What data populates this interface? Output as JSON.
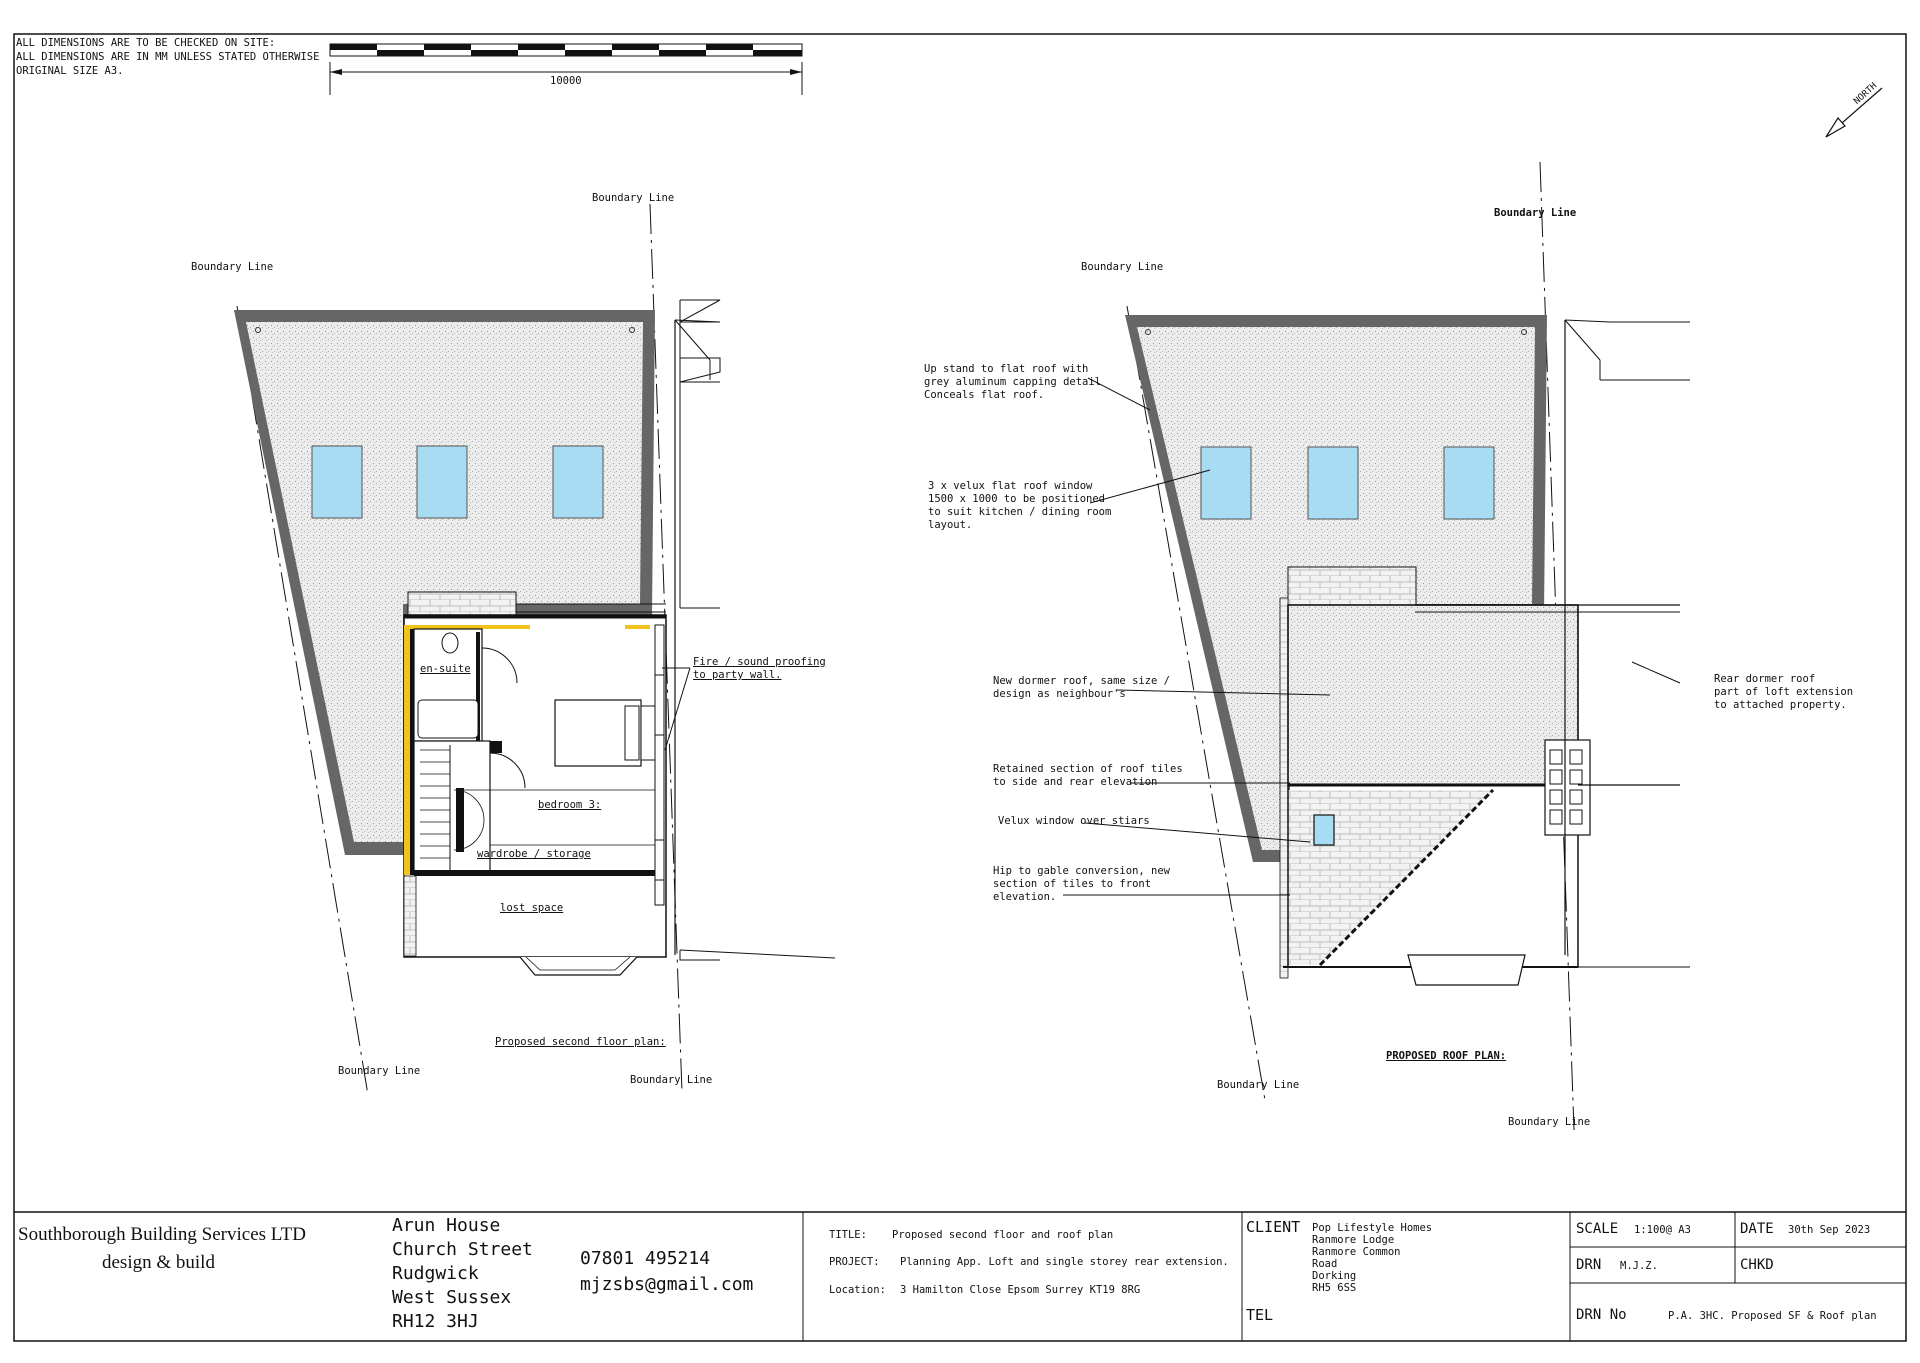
{
  "notes_header": {
    "line1": "ALL DIMENSIONS ARE TO BE CHECKED ON SITE:",
    "line2": "ALL DIMENSIONS ARE IN MM UNLESS STATED OTHERWISE",
    "line3": "ORIGINAL SIZE A3."
  },
  "scale_bar": {
    "label": "10000"
  },
  "north_label": "NORTH",
  "left_plan": {
    "title": "Proposed second floor plan:",
    "boundary_top_left": "Boundary Line",
    "boundary_top_right": "Boundary Line",
    "boundary_bottom_left": "Boundary Line",
    "boundary_bottom_right": "Boundary Line",
    "room_ensuite": "en-suite",
    "room_bedroom": "bedroom 3:",
    "room_wardrobe": "wardrobe / storage",
    "room_lost": "lost space",
    "note_fire": "Fire / sound proofing\nto party wall."
  },
  "right_plan": {
    "title": "PROPOSED ROOF PLAN:",
    "boundary_top_left": "Boundary Line",
    "boundary_top_right": "Boundary Line",
    "boundary_bottom_left": "Boundary Line",
    "boundary_bottom_right": "Boundary Line",
    "note_upstand": "Up stand to flat roof with\ngrey aluminum capping detail\nConceals flat roof.",
    "note_velux": "3 x velux flat roof window\n1500 x 1000 to be positioned\nto suit kitchen / dining room\nlayout.",
    "note_dormer": "New dormer roof, same size /\ndesign as neighbour's",
    "note_retained": "Retained section of roof tiles\nto side and rear elevation",
    "note_velux_stairs": "Velux window over stiars",
    "note_hip": "Hip to gable conversion, new\nsection of tiles to front\nelevation.",
    "note_rear_dormer": "Rear dormer roof\npart of loft extension\nto attached property."
  },
  "title_block": {
    "company_line1": "Southborough Building Services LTD",
    "company_line2": "design & build",
    "address": [
      "Arun House",
      "Church Street",
      "Rudgwick",
      "West Sussex",
      "RH12  3HJ"
    ],
    "phone": "07801  495214",
    "email": "mjzsbs@gmail.com",
    "title_label": "TITLE:",
    "title_value": "Proposed second floor and roof plan",
    "project_label": "PROJECT:",
    "project_value": "Planning App. Loft and single storey rear extension.",
    "location_label": "Location:",
    "location_value": "3 Hamilton Close Epsom Surrey KT19 8RG",
    "client_label": "CLIENT",
    "client_value": [
      "Pop Lifestyle Homes",
      "Ranmore Lodge",
      "Ranmore Common",
      "Road",
      "Dorking",
      "RH5 6SS"
    ],
    "tel_label": "TEL",
    "scale_label": "SCALE",
    "scale_value": "1:100@ A3",
    "date_label": "DATE",
    "date_value": "30th Sep 2023",
    "drn_label": "DRN",
    "drn_value": "M.J.Z.",
    "chkd_label": "CHKD",
    "drn_no_label": "DRN  No",
    "drn_no_value": "P.A. 3HC. Proposed SF & Roof plan"
  },
  "colors": {
    "line": "#111111",
    "wall": "#555555",
    "roof_fill": "#ebebeb",
    "window_fill": "#a8dcf2",
    "party_wall": "#f2c31a"
  }
}
